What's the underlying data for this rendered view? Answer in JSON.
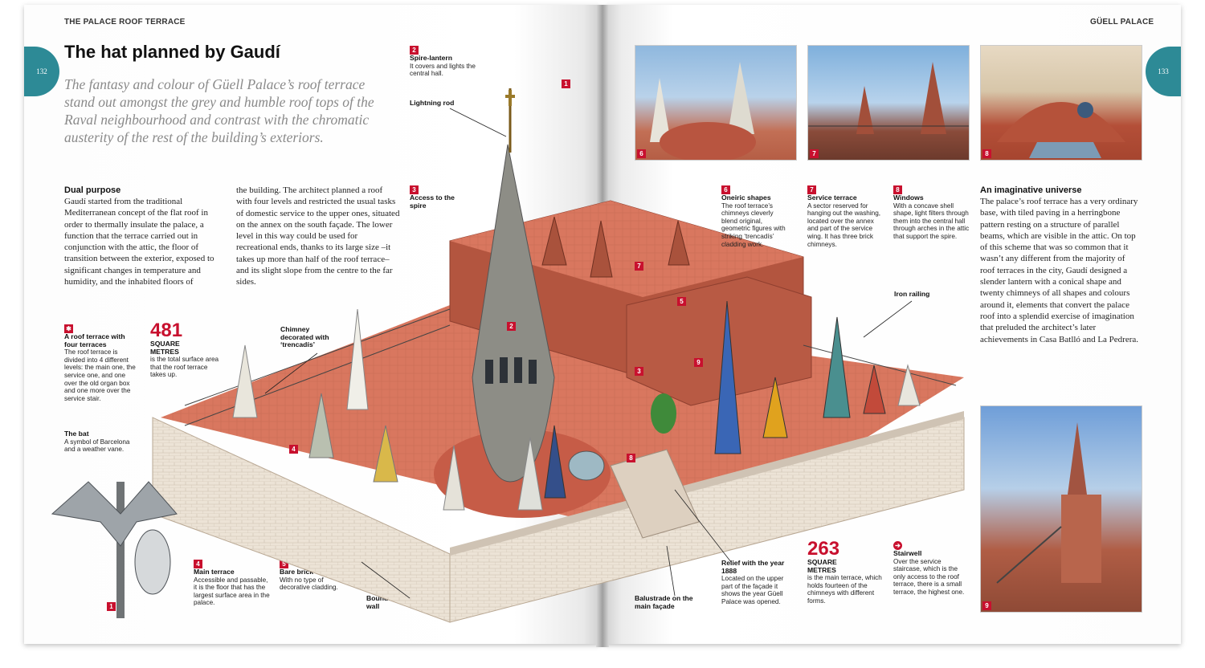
{
  "left_page": {
    "header": "THE PALACE ROOF TERRACE",
    "page_number": "132",
    "title": "The hat planned by Gaudí",
    "lead": "The fantasy and colour of Güell Palace’s roof terrace stand out amongst the grey and humble roof tops of the Raval neighbourhood and contrast with the chromatic austerity of the rest of the building’s exteriors.",
    "section_heading": "Dual purpose",
    "body_col1": "Gaudí started from the traditional Mediterranean concept of the flat roof in order to thermally insulate the palace, a function that the terrace carried out in conjunction with the attic, the floor of transition between the exterior, exposed to significant changes in temperature and humidity, and the inhabited floors of",
    "body_col2": "the building. The architect planned a roof with four levels and restricted the usual tasks of domestic service to the upper ones, situated on the annex on the south façade. The lower level in this way could be used for recreational ends, thanks to its large size –it takes up more than half of the roof terrace– and its slight slope from the centre to the far sides.",
    "stat": {
      "value": "481",
      "unit": "SQUARE METRES",
      "text": "is the total surface area that the roof terrace takes up."
    },
    "labels": {
      "roof_terrace": {
        "marker": "✱",
        "title": "A roof terrace with four terraces",
        "text": "The roof terrace is divided into 4 different levels: the main one, the service one, and one over the old organ box and one more over the service stair."
      },
      "bat": {
        "title": "The bat",
        "text": "A symbol of Barcelona and a weather vane."
      },
      "spire_lantern": {
        "marker": "2",
        "title": "Spire-lantern",
        "text": "It covers and lights the central hall."
      },
      "lightning_rod": {
        "title": "Lightning rod"
      },
      "access_spire": {
        "marker": "3",
        "title": "Access to the spire"
      },
      "chimney_trencadis": {
        "title": "Chimney decorated with ‘trencadís’"
      },
      "main_terrace": {
        "marker": "4",
        "title": "Main terrace",
        "text": "Accessible and passable, it is the floor that has the largest surface area in the palace."
      },
      "bare_brick": {
        "marker": "5",
        "title": "Bare brick chimney",
        "text": "With no type of decorative cladding."
      },
      "boundary_wall": {
        "title": "Boundary wall"
      }
    },
    "bat_marker": "1"
  },
  "right_page": {
    "header": "GÜELL PALACE",
    "page_number": "133",
    "photos": [
      {
        "marker": "6",
        "name": "chimneys photo"
      },
      {
        "marker": "7",
        "name": "service terrace photo"
      },
      {
        "marker": "8",
        "name": "window photo"
      },
      {
        "marker": "9",
        "name": "stairwell photo"
      }
    ],
    "labels": {
      "oneiric": {
        "marker": "6",
        "title": "Oneiric shapes",
        "text": "The roof terrace’s chimneys cleverly blend original, geometric figures with striking ‘trencadís’ cladding work."
      },
      "service": {
        "marker": "7",
        "title": "Service terrace",
        "text": "A sector reserved for hanging out the washing, located over the annex and part of the service wing. It has three brick chimneys."
      },
      "windows": {
        "marker": "8",
        "title": "Windows",
        "text": "With a concave shell shape, light filters through them into the central hall through arches in the attic that support the spire."
      },
      "iron_railing": {
        "title": "Iron railing"
      },
      "relief": {
        "title": "Relief with the year 1888",
        "text": "Located on the upper part of the façade it shows the year Güell Palace was opened."
      },
      "balustrade": {
        "title": "Balustrade on the main façade"
      },
      "stairwell": {
        "marker": "➔",
        "title": "Stairwell",
        "text": "Over the service staircase, which is the only access to the roof terrace, there is a small terrace, the highest one."
      }
    },
    "stat": {
      "value": "263",
      "unit": "SQUARE METRES",
      "text": "is the main terrace, which holds fourteen of the chimneys with different forms."
    },
    "section_heading": "An imaginative universe",
    "body": "The palace’s roof terrace has a very ordinary base, with tiled paving in a herringbone pattern resting on a structure of parallel beams, which are visible in the attic. On top of this scheme that was so common that it wasn’t any different from the majority of roof terraces in the city, Gaudí designed a slender lantern with a conical shape and twenty chimneys of all shapes and colours around it, elements that convert the palace roof into a splendid exercise of imagination that preluded the architect’s later achievements in Casa Batlló and La Pedrera."
  },
  "illustration_markers": [
    "1",
    "2",
    "3",
    "4",
    "5",
    "7",
    "8",
    "9"
  ],
  "colors": {
    "accent": "#c8102e",
    "tab": "#2d8a96",
    "roof": "#d9775f",
    "stone": "#e8ddd0"
  }
}
